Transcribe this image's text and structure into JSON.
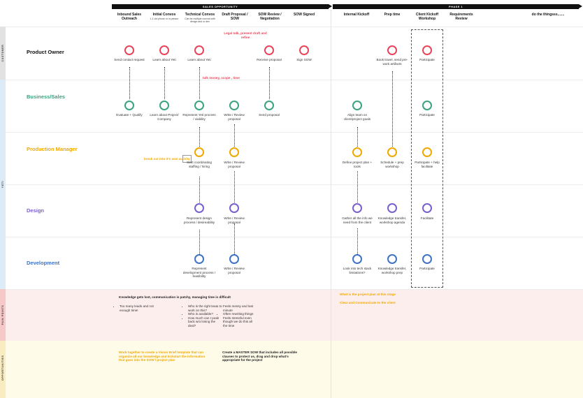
{
  "phases": {
    "sales": "SALES OPPORTUNITY",
    "phase1": "PHASE 1"
  },
  "columns": [
    {
      "title": "Inbound Sales Outreach",
      "sub": ""
    },
    {
      "title": "Initial Convos",
      "sub": "1-1 via phone or in person"
    },
    {
      "title": "Technical Convos",
      "sub": "Can be multiple convos with design and or dev"
    },
    {
      "title": "Draft Proposal / SOW",
      "sub": ""
    },
    {
      "title": "SOW Review / Negotiation",
      "sub": ""
    },
    {
      "title": "SOW Signed",
      "sub": ""
    },
    {
      "title": "Internal Kickoff",
      "sub": ""
    },
    {
      "title": "Prep time",
      "sub": ""
    },
    {
      "title": "Client Kickoff Workshop",
      "sub": ""
    },
    {
      "title": "Requirements Review",
      "sub": ""
    },
    {
      "title": "do the thingsss.......",
      "sub": ""
    }
  ],
  "side_labels": {
    "customer": "CUSTOMER",
    "yeti": "YETI",
    "pain": "PAIN POINTS",
    "opp": "OPPORTUNITIES"
  },
  "rows": [
    {
      "label": "Product Owner",
      "color": "#e8455a"
    },
    {
      "label": "Business/Sales",
      "color": "#3aa27d"
    },
    {
      "label": "Production Manager",
      "color": "#f0a800"
    },
    {
      "label": "Design",
      "color": "#7a5fd0"
    },
    {
      "label": "Development",
      "color": "#3f73c7"
    }
  ],
  "nodes": {
    "po": [
      "Send contact request",
      "Learn about Yeti",
      "Learn about Yeti",
      "Receive proposal",
      "Sign SOW",
      "Book travel, send pre-work artifacts",
      "Participate"
    ],
    "bs": [
      "Evaluate + Qualify",
      "Learn about Project/ Company",
      "Represent Yeti process / viability",
      "Write / Review proposal",
      "Send proposal",
      "Align team on client/project goals",
      "Participate"
    ],
    "pm": [
      "Start coordinating staffing / hiring",
      "Write / Review proposal",
      "Define project plan + tools",
      "Schedule + prep workshop",
      "Participate + help facilitate"
    ],
    "de": [
      "Represent design process / desireability",
      "Write / Review proposal",
      "Gather all the info we need from the client",
      "Knowledge transfer, workshop agenda",
      "Facilitate"
    ],
    "dv": [
      "Represent development process / feasibility",
      "Write / Review proposal",
      "Look into tech stack limitations?",
      "Knowledge transfer, workshop prep",
      "Participate"
    ]
  },
  "annotations": {
    "legal": "Legal talk, present draft and refine",
    "money": "talk money, scope , time",
    "breakout": "break out into it's own activity"
  },
  "pain": {
    "headline": "Knowledge gets lost, communication is patchy, managing time is difficult",
    "col1": [
      "Too many leads and not enough time!"
    ],
    "col2": [
      "Who is the right team to work on this?",
      "Who is available?",
      "How much can I push back w/o losing the deal?"
    ],
    "col3": [
      "Feels messy and last minute",
      "Often rewriting things",
      "Feels stressful even though we do this all the time"
    ],
    "phase1_a": "What is the project plan at this stage",
    "phase1_b": "Clear and Communicate to the client"
  },
  "opportunities": {
    "vision": "Work together to create a Vision Brief template that can organize all our knowledge and kickstart the information that goes into the SOW / project plan",
    "master": "Create a MASTER SOW that includes all possible clauses to protect us, drag and drop what's appropriate for the project"
  },
  "colors": {
    "pink": "#e8455a",
    "green": "#3aa27d",
    "orange": "#f0a800",
    "purple": "#7a5fd0",
    "blue": "#3f73c7",
    "pain_bg": "#fdecec",
    "opp_bg": "#fefae6"
  }
}
